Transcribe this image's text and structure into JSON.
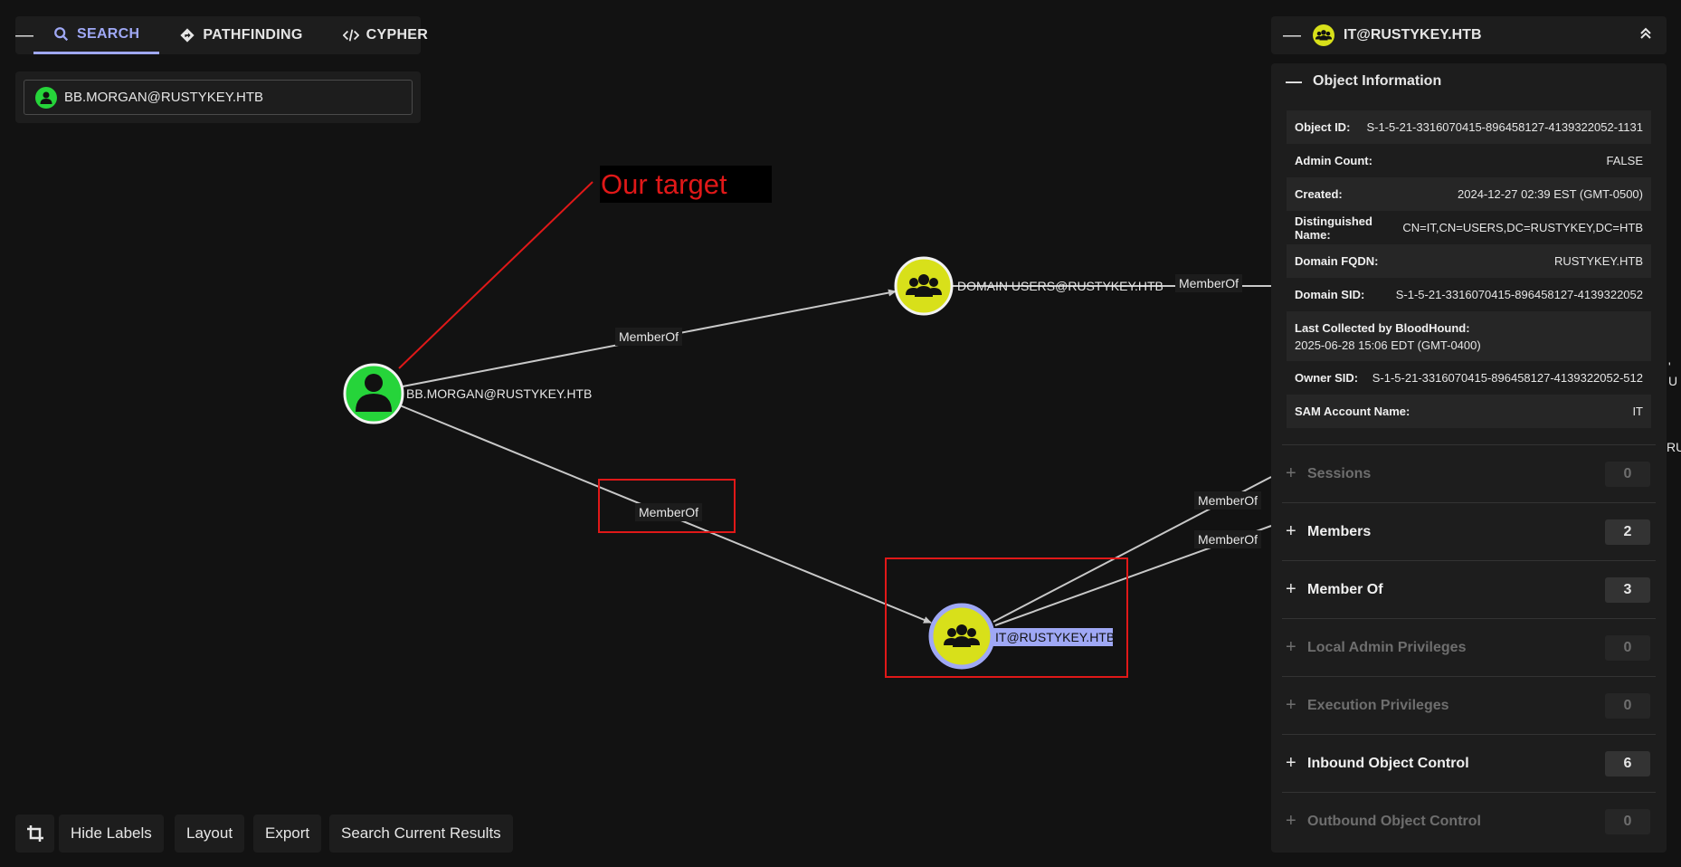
{
  "tabs": {
    "collapse": "—",
    "items": [
      {
        "label": "SEARCH",
        "icon": "search-icon"
      },
      {
        "label": "PATHFINDING",
        "icon": "pathfinding-icon"
      },
      {
        "label": "CYPHER",
        "icon": "code-icon"
      }
    ]
  },
  "search": {
    "value": "BB.MORGAN@RUSTYKEY.HTB"
  },
  "graph": {
    "nodes": {
      "user": "BB.MORGAN@RUSTYKEY.HTB",
      "domain_users": "DOMAIN USERS@RUSTYKEY.HTB",
      "it_group": "IT@RUSTYKEY.HTB"
    },
    "edges": {
      "e1": "MemberOf",
      "e2": "MemberOf",
      "e3": "MemberOf",
      "e4": "MemberOf",
      "e5": "MemberOf"
    },
    "annotation": "Our target",
    "cut_right_1": "' U",
    "cut_right_2": "RU",
    "colors": {
      "user": "#26d43a",
      "group": "#d8e01a",
      "selected_ring": "#9fa8f5",
      "annotation": "#e01818"
    }
  },
  "toolbar": {
    "hide_labels": "Hide Labels",
    "layout": "Layout",
    "export": "Export",
    "search_current": "Search Current Results"
  },
  "panel": {
    "title": "IT@RUSTYKEY.HTB",
    "object_info_title": "Object Information",
    "rows": [
      {
        "k": "Object ID:",
        "v": "S-1-5-21-3316070415-896458127-4139322052-1131"
      },
      {
        "k": "Admin Count:",
        "v": "FALSE"
      },
      {
        "k": "Created:",
        "v": "2024-12-27 02:39 EST (GMT-0500)"
      },
      {
        "k": "Distinguished Name:",
        "v": "CN=IT,CN=USERS,DC=RUSTYKEY,DC=HTB"
      },
      {
        "k": "Domain FQDN:",
        "v": "RUSTYKEY.HTB"
      },
      {
        "k": "Domain SID:",
        "v": "S-1-5-21-3316070415-896458127-4139322052"
      },
      {
        "k": "Last Collected by BloodHound:",
        "v": "2025-06-28 15:06 EDT (GMT-0400)"
      },
      {
        "k": "Owner SID:",
        "v": "S-1-5-21-3316070415-896458127-4139322052-512"
      },
      {
        "k": "SAM Account Name:",
        "v": "IT"
      }
    ],
    "sections": [
      {
        "label": "Sessions",
        "count": "0"
      },
      {
        "label": "Members",
        "count": "2"
      },
      {
        "label": "Member Of",
        "count": "3"
      },
      {
        "label": "Local Admin Privileges",
        "count": "0"
      },
      {
        "label": "Execution Privileges",
        "count": "0"
      },
      {
        "label": "Inbound Object Control",
        "count": "6"
      },
      {
        "label": "Outbound Object Control",
        "count": "0"
      }
    ]
  }
}
